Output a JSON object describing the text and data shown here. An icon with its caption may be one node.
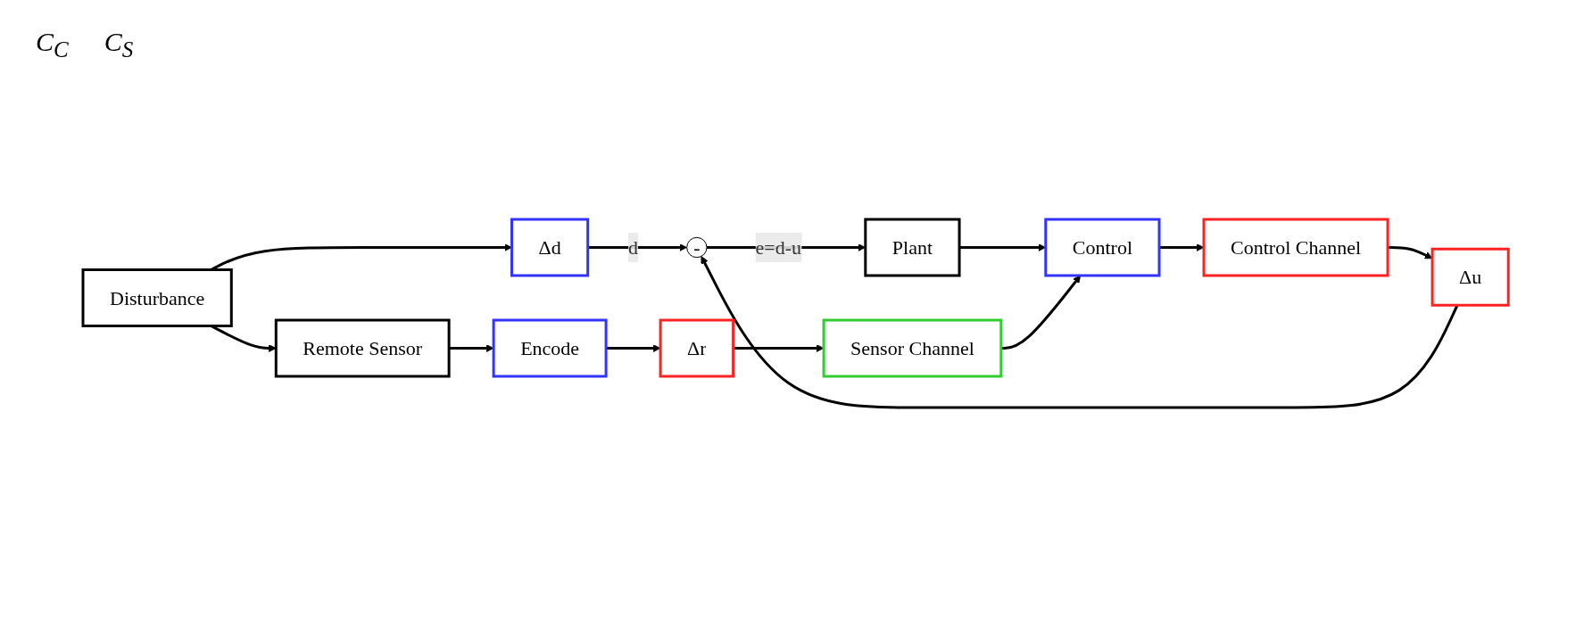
{
  "diagram": {
    "nodes": [
      {
        "text": [
          "Disturbance"
        ]
      },
      {
        "text": [
          "Δd"
        ]
      },
      {
        "text": [
          "-"
        ]
      },
      {
        "text": [
          "Plant"
        ]
      },
      {
        "text": [
          "Δu"
        ]
      },
      {
        "text": [
          "Control Channel"
        ]
      },
      {
        "text": [
          "Control"
        ]
      },
      {
        "text": [
          "Sensor Channel"
        ]
      },
      {
        "text": [
          "Δr"
        ]
      },
      {
        "text": [
          "Encode"
        ]
      },
      {
        "text": [
          "Remote Sensor"
        ]
      }
    ],
    "edges": [
      {
        "from": 0,
        "to": 1,
        "arrow": "to"
      },
      {
        "from": 1,
        "to": 2,
        "arrow": "to",
        "label": "d"
      },
      {
        "from": 4,
        "to": 2,
        "arrow": "to"
      },
      {
        "from": 2,
        "to": 3,
        "arrow": "to",
        "label": "e=d-u"
      },
      {
        "from": 3,
        "to": 6,
        "arrow": "to"
      },
      {
        "from": 6,
        "to": 5,
        "arrow": "to"
      },
      {
        "from": 5,
        "to": 4,
        "arrow": "to"
      },
      {
        "from": 0,
        "to": 10,
        "arrow": "to"
      },
      {
        "from": 10,
        "to": 9,
        "arrow": "to"
      },
      {
        "from": 9,
        "to": 8,
        "arrow": "to"
      },
      {
        "from": 8,
        "to": 7,
        "arrow": "to"
      },
      {
        "from": 7,
        "to": 6,
        "arrow": "to"
      }
    ],
    "labels": [
      "C$_{C}$",
      "C$_{S}$"
    ]
  }
}
